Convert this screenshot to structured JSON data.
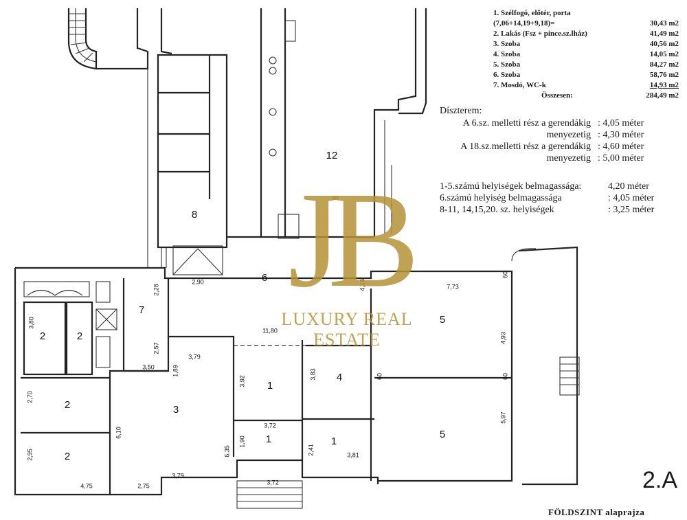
{
  "legend": {
    "items": [
      {
        "no": "1.",
        "label": "Szélfogó, előtér, porta",
        "area": ""
      },
      {
        "no": "",
        "label": "(7,06+14,19+9,18)=",
        "area": "30,43 m2"
      },
      {
        "no": "2.",
        "label": "Lakás (Fsz + pince.sz.lház)",
        "area": "41,49 m2"
      },
      {
        "no": "3.",
        "label": "Szoba",
        "area": "40,56 m2"
      },
      {
        "no": "4.",
        "label": "Szoba",
        "area": "14,05 m2"
      },
      {
        "no": "5.",
        "label": "Szoba",
        "area": "84,27 m2"
      },
      {
        "no": "6.",
        "label": "Szoba",
        "area": "58,76 m2"
      },
      {
        "no": "7.",
        "label": "Mosdó, WC-k",
        "area": "14,93 m2"
      }
    ],
    "total_label": "Összesen:",
    "total_area": "284,49 m2"
  },
  "hall": {
    "title": "Díszterem:",
    "lines": [
      {
        "label": "A 6.sz. melletti rész a gerendákig",
        "value": ": 4,05 méter"
      },
      {
        "label": "menyezetig",
        "value": ": 4,30 méter"
      },
      {
        "label": "A 18.sz.melletti rész a gerendákig",
        "value": ": 4,60 méter"
      },
      {
        "label": "menyezetig",
        "value": ": 5,00 méter"
      }
    ]
  },
  "heights": [
    {
      "label": "1-5.számú helyiségek belmagassága:",
      "value": "4,20 méter"
    },
    {
      "label": "6.számú helyiség belmagassága",
      "value": ": 4,05 méter"
    },
    {
      "label": "8-11, 14,15,20. sz. helyiségek",
      "value": ": 3,25 méter"
    }
  ],
  "room_numbers": {
    "r8": "8",
    "r12": "12",
    "r6": "6",
    "r7": "7",
    "r2a": "2",
    "r2b": "2",
    "r2c": "2",
    "r2d": "2",
    "r3": "3",
    "r1a": "1",
    "r1b": "1",
    "r1c": "1",
    "r4": "4",
    "r5a": "5",
    "r5b": "5"
  },
  "dimensions": {
    "d290": "2,90",
    "d1180": "11,80",
    "d379a": "3,79",
    "d379b": "3,79",
    "d380": "3,80",
    "d270": "2,70",
    "d295": "2,95",
    "d475": "4,75",
    "d275": "2,75",
    "d610": "6,10",
    "d635": "6,35",
    "d392": "3,92",
    "d372a": "3,72",
    "d372b": "3,72",
    "d190": "1,90",
    "d383": "3,83",
    "d241": "2,41",
    "d381": "3,81",
    "d773": "7,73",
    "d493": "4,93",
    "d597": "5,97",
    "d228": "2,28",
    "d257": "2,57",
    "d350": "3,50",
    "d189": "1,89",
    "d418": "4,18",
    "d60a": "60",
    "d60b": "60",
    "d60c": "60"
  },
  "sheet_number": "2.A",
  "caption": "FÖLDSZINT alaprajza",
  "brand": {
    "monogram": "JB",
    "line1": "LUXURY REAL",
    "line2": "ESTATE"
  }
}
